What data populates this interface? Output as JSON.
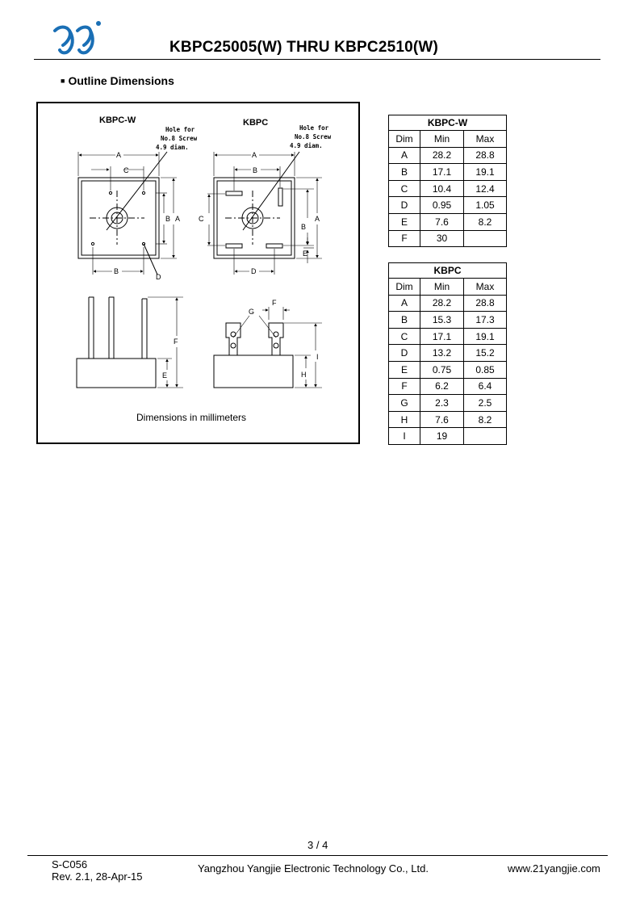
{
  "header": {
    "title": "KBPC25005(W) THRU KBPC2510(W)",
    "brand_color": "#1a6fb5"
  },
  "section": {
    "bullet": "■",
    "title": "Outline Dimensions"
  },
  "drawing": {
    "kbpcw_label": "KBPC-W",
    "kbpc_label": "KBPC",
    "hole_note_1": [
      "Hole for",
      "No.8 Screw",
      "4.9 diam."
    ],
    "hole_note_2": [
      "Hole for",
      "No.8 Screw",
      "4.9 diam."
    ],
    "letters": {
      "A": "A",
      "B": "B",
      "C": "C",
      "D": "D",
      "E": "E",
      "F": "F",
      "G": "G",
      "H": "H",
      "I": "I"
    },
    "caption": "Dimensions in millimeters"
  },
  "table_kbpcw": {
    "title": "KBPC-W",
    "headers": [
      "Dim",
      "Min",
      "Max"
    ],
    "rows": [
      [
        "A",
        "28.2",
        "28.8"
      ],
      [
        "B",
        "17.1",
        "19.1"
      ],
      [
        "C",
        "10.4",
        "12.4"
      ],
      [
        "D",
        "0.95",
        "1.05"
      ],
      [
        "E",
        "7.6",
        "8.2"
      ],
      [
        "F",
        "30",
        ""
      ]
    ]
  },
  "table_kbpc": {
    "title": "KBPC",
    "headers": [
      "Dim",
      "Min",
      "Max"
    ],
    "rows": [
      [
        "A",
        "28.2",
        "28.8"
      ],
      [
        "B",
        "15.3",
        "17.3"
      ],
      [
        "C",
        "17.1",
        "19.1"
      ],
      [
        "D",
        "13.2",
        "15.2"
      ],
      [
        "E",
        "0.75",
        "0.85"
      ],
      [
        "F",
        "6.2",
        "6.4"
      ],
      [
        "G",
        "2.3",
        "2.5"
      ],
      [
        "H",
        "7.6",
        "8.2"
      ],
      [
        "I",
        "19",
        ""
      ]
    ]
  },
  "footer": {
    "page": "3 / 4",
    "code": "S-C056",
    "revision": "Rev. 2.1, 28-Apr-15",
    "company": "Yangzhou Yangjie Electronic Technology Co., Ltd.",
    "url": "www.21yangjie.com"
  }
}
